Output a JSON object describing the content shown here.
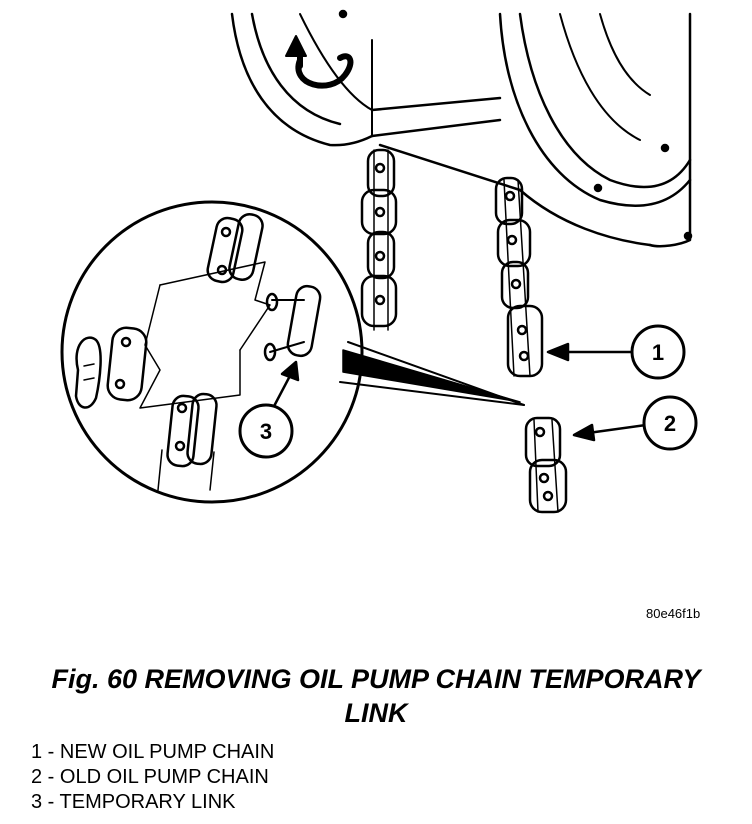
{
  "figure_id": "80e46f1b",
  "caption_line1": "Fig. 60 REMOVING OIL PUMP CHAIN TEMPORARY",
  "caption_line2": "LINK",
  "callouts": [
    "1",
    "2",
    "3"
  ],
  "legend": [
    "1 - NEW OIL PUMP CHAIN",
    "2 - OLD OIL PUMP CHAIN",
    "3 - TEMPORARY LINK"
  ]
}
